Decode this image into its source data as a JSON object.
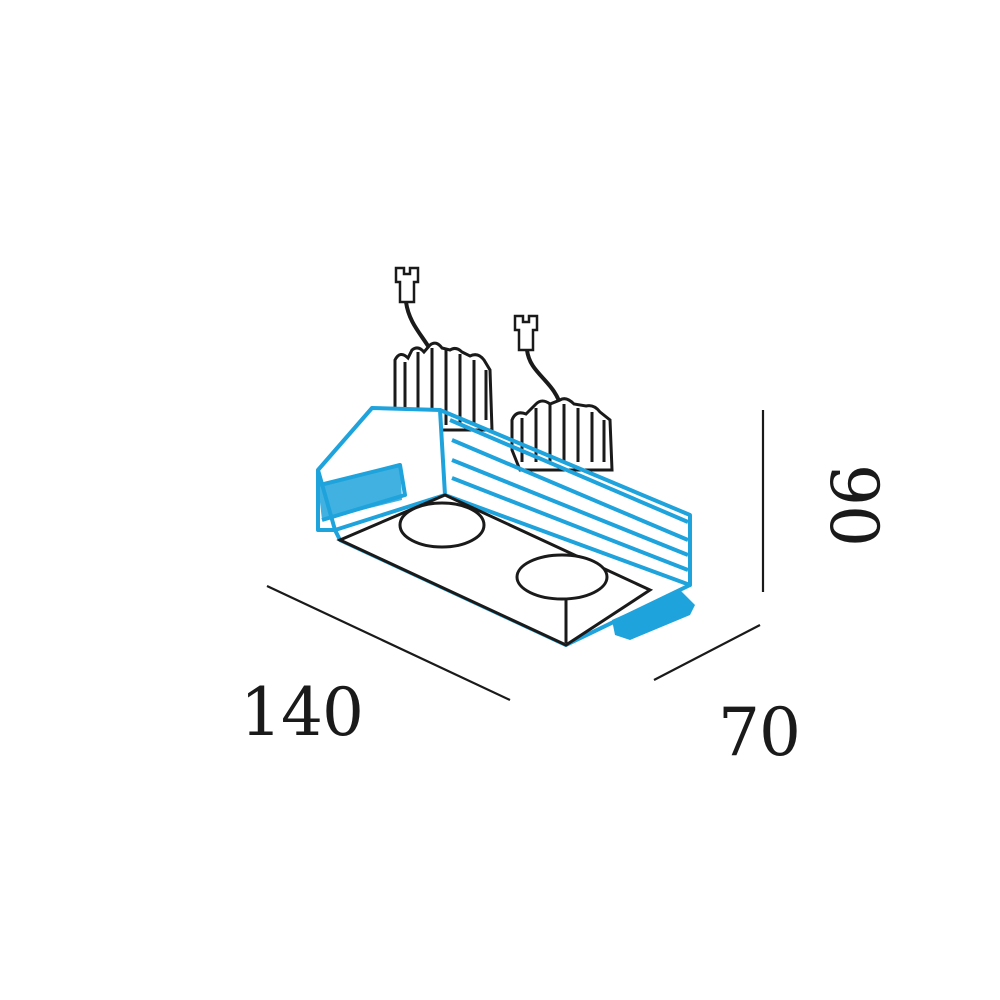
{
  "diagram": {
    "type": "product dimension drawing (isometric recessed double spotlight housing)",
    "colors": {
      "housing_outline": "#1ea3dc",
      "component_line": "#1a1a1a",
      "background": "#ffffff"
    },
    "dimensions": {
      "width": "140",
      "depth": "70",
      "height": "90"
    },
    "components": [
      "connector-1",
      "connector-2",
      "heatsink-1",
      "heatsink-2",
      "trim-frame",
      "lens-1",
      "lens-2",
      "mounting-tab"
    ]
  }
}
